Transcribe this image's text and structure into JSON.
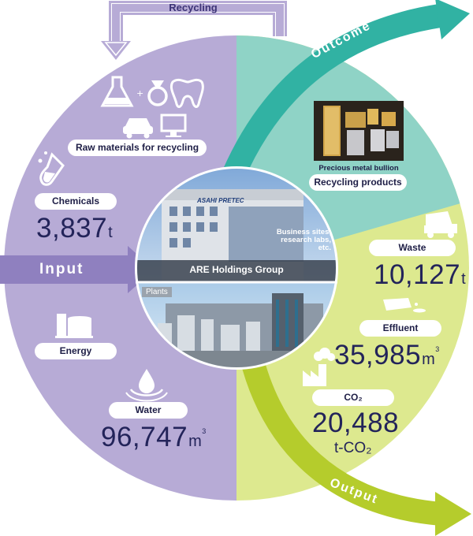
{
  "colors": {
    "input_lavender": "#b7abd6",
    "input_arrow": "#8f80bf",
    "outcome_teal": "#8fd3c6",
    "outcome_arrow": "#31b2a3",
    "output_yellowgreen": "#dde98f",
    "output_arrow": "#b5cc2c",
    "number_navy": "#23245a"
  },
  "recycling": {
    "label": "Recycling"
  },
  "outcome": {
    "label": "Outcome"
  },
  "output": {
    "label": "Output"
  },
  "input": {
    "label": "Input",
    "raw_materials": {
      "label": "Raw materials for recycling",
      "icons": [
        "flask-icon",
        "ring-icon",
        "tooth-icon",
        "car-icon",
        "monitor-icon"
      ]
    },
    "chemicals": {
      "label": "Chemicals",
      "value": "3,837",
      "unit": "t"
    },
    "energy": {
      "label": "Energy",
      "icon": "tanks-icon"
    },
    "water": {
      "label": "Water",
      "value": "96,747",
      "unit": "m",
      "unit_sup": "3"
    }
  },
  "center": {
    "company": "ARE Holdings Group",
    "business_sites": "Business sites, research labs, etc.",
    "plants": "Plants",
    "building_sign": "ASAHI PRETEC"
  },
  "recycling_products": {
    "caption": "Precious metal bullion",
    "label": "Recycling products"
  },
  "outputs": {
    "waste": {
      "label": "Waste",
      "value": "10,127",
      "unit": "t"
    },
    "effluent": {
      "label": "Effluent",
      "value": "35,985",
      "unit": "m",
      "unit_sup": "3"
    },
    "co2": {
      "label": "CO₂",
      "value": "20,488",
      "unit": "t-CO₂"
    }
  }
}
